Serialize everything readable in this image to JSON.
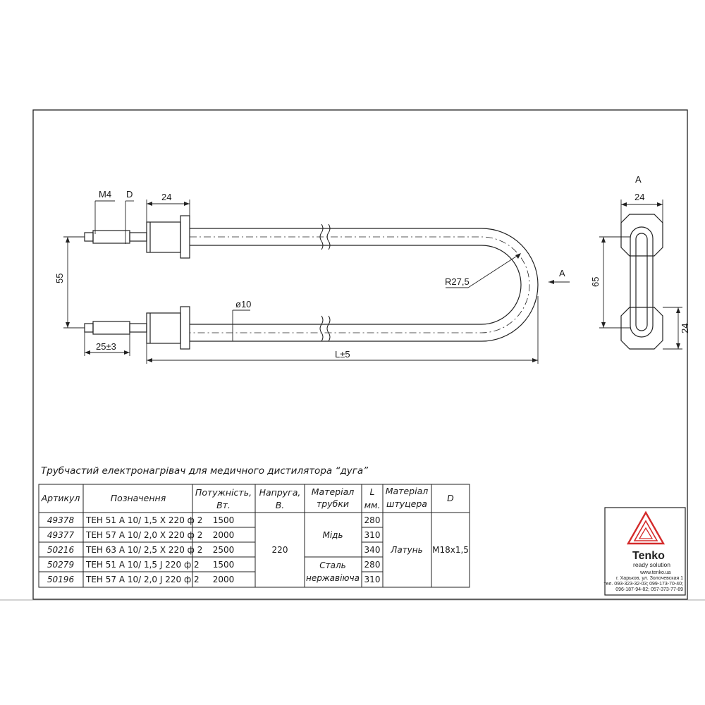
{
  "dimensions": {
    "m4": "M4",
    "d": "D",
    "w24_top": "24",
    "h55": "55",
    "diam10": "ø10",
    "len25": "25±3",
    "lenL": "L±5",
    "r275": "R27,5",
    "arrowA": "A",
    "viewA": "A",
    "view24_top": "24",
    "view65": "65",
    "view24_side": "24"
  },
  "table": {
    "title": "Трубчастий електронагрівач для медичного дистилятора “дуга”",
    "headers": {
      "article": "Артикул",
      "designation": "Позначення",
      "power_1": "Потужність,",
      "power_2": "Вт.",
      "voltage_1": "Напруга,",
      "voltage_2": "В.",
      "tube_1": "Матеріал",
      "tube_2": "трубки",
      "len_1": "L",
      "len_2": "мм.",
      "fitting_1": "Матеріал",
      "fitting_2": "штуцера",
      "d": "D"
    },
    "rows": [
      {
        "article": "49378",
        "designation": "ТЕН 51 А 10/ 1,5 Х 220 ф 2",
        "power": "1500",
        "length": "280"
      },
      {
        "article": "49377",
        "designation": "ТЕН 57 А 10/ 2,0 Х 220 ф 2",
        "power": "2000",
        "length": "310"
      },
      {
        "article": "50216",
        "designation": "ТЕН 63 А 10/ 2,5 Х 220 ф 2",
        "power": "2500",
        "length": "340"
      },
      {
        "article": "50279",
        "designation": "ТЕН 51 А 10/ 1,5 J 220 ф 2",
        "power": "1500",
        "length": "280"
      },
      {
        "article": "50196",
        "designation": "ТЕН 57 А 10/ 2,0 J 220 ф 2",
        "power": "2000",
        "length": "310"
      }
    ],
    "voltage": "220",
    "tube_copper": "Мідь",
    "tube_steel_1": "Сталь",
    "tube_steel_2": "нержавіюча",
    "fitting": "Латунь",
    "d_value": "М18х1,5"
  },
  "logo": {
    "name": "Tenko",
    "tagline": "ready solution",
    "site": "www.tenko.ua",
    "address": "г. Харьков, ул. Золочевская 1",
    "phone1": "тел. 093-323-32-03; 099-173-70-40;",
    "phone2": "096-187-94-82; 057-373-77-89",
    "triangle_color": "#d42a2a"
  }
}
